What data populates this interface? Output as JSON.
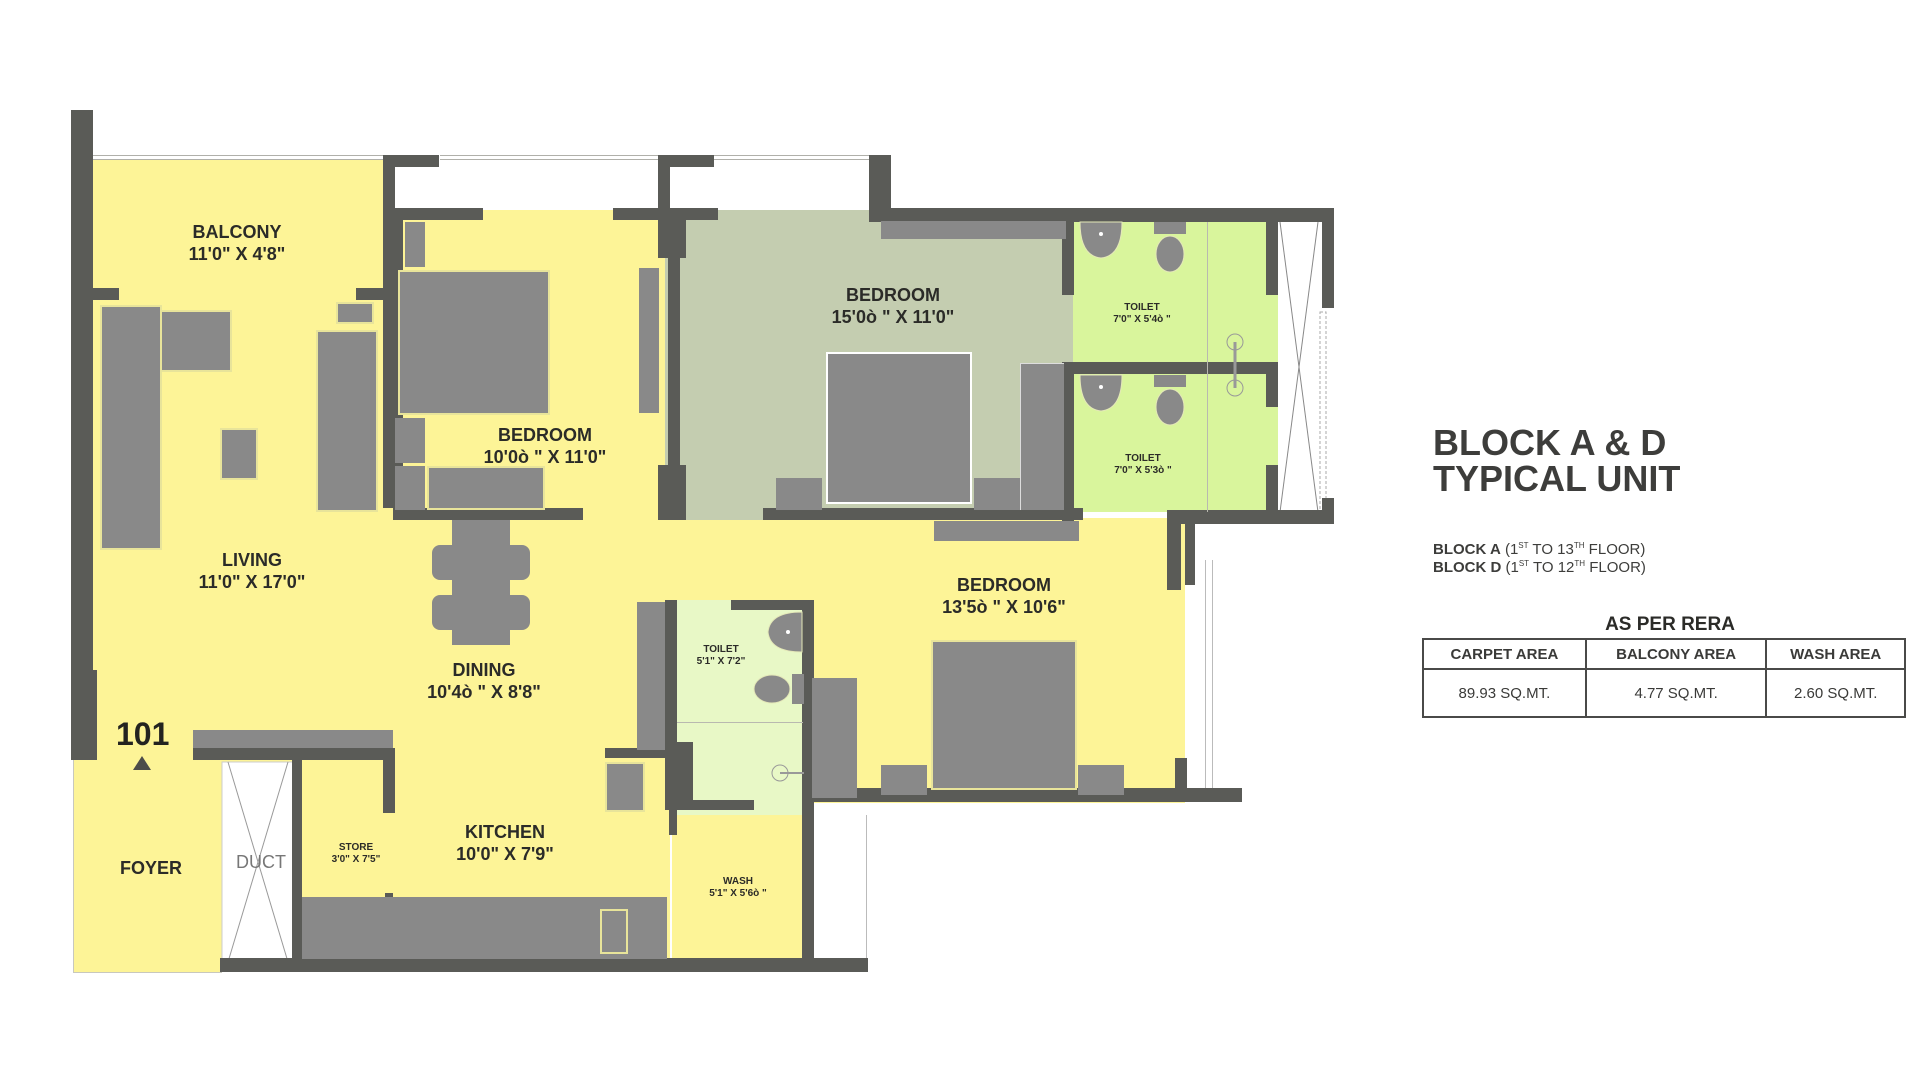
{
  "plan": {
    "unit_number": "101",
    "rooms": {
      "balcony": {
        "name": "BALCONY",
        "size": "11'0\" X 4'8\""
      },
      "living": {
        "name": "LIVING",
        "size": "11'0\" X 17'0\""
      },
      "bedroom_1": {
        "name": "BEDROOM",
        "size": "10'0ò \" X 11'0\""
      },
      "bedroom_master": {
        "name": "BEDROOM",
        "size": "15'0ò \" X 11'0\""
      },
      "toilet_1": {
        "name": "TOILET",
        "size": "7'0\" X 5'4ò \""
      },
      "toilet_2": {
        "name": "TOILET",
        "size": "7'0\" X 5'3ò \""
      },
      "bedroom_3": {
        "name": "BEDROOM",
        "size": "13'5ò \" X 10'6\""
      },
      "dining": {
        "name": "DINING",
        "size": "10'4ò \" X 8'8\""
      },
      "toilet_3": {
        "name": "TOILET",
        "size": "5'1\" X 7'2\""
      },
      "kitchen": {
        "name": "KITCHEN",
        "size": "10'0\" X 7'9\""
      },
      "store": {
        "name": "STORE",
        "size": "3'0\" X 7'5\""
      },
      "wash": {
        "name": "WASH",
        "size": "5'1\" X 5'6ò \""
      },
      "foyer": {
        "name": "FOYER"
      },
      "duct": {
        "name": "DUCT"
      }
    },
    "colors": {
      "common_floor": "#fdf497",
      "master_bedroom_floor": "#c4cdb0",
      "toilet_floor": "#d9f59c",
      "small_toilet_floor": "#e8f8c6",
      "walls": "#5a5b57",
      "furniture": "#898989"
    }
  },
  "info": {
    "title_line1": "BLOCK A & D",
    "title_line2": "TYPICAL UNIT",
    "floors": [
      {
        "block": "BLOCK A",
        "open": "(1",
        "sup1": "ST",
        "mid": " TO 13",
        "sup2": "TH",
        "close": " FLOOR)"
      },
      {
        "block": "BLOCK D",
        "open": "(1",
        "sup1": "ST",
        "mid": " TO 12",
        "sup2": "TH",
        "close": " FLOOR)"
      }
    ],
    "rera": {
      "heading": "AS PER RERA",
      "columns": [
        "CARPET AREA",
        "BALCONY AREA",
        "WASH AREA"
      ],
      "values": [
        "89.93 SQ.MT.",
        "4.77 SQ.MT.",
        "2.60 SQ.MT."
      ]
    }
  }
}
